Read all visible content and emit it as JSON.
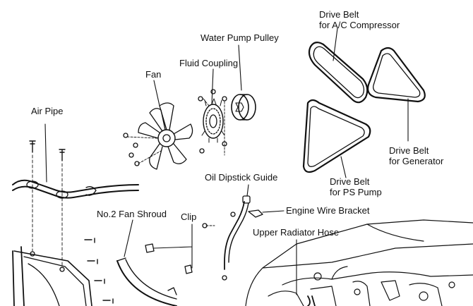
{
  "labels": {
    "drive_belt_ac": [
      "Drive Belt",
      "for A/C Compressor"
    ],
    "water_pump_pulley": "Water Pump Pulley",
    "fluid_coupling": "Fluid Coupling",
    "fan": "Fan",
    "air_pipe": "Air Pipe",
    "drive_belt_generator": [
      "Drive Belt",
      "for Generator"
    ],
    "drive_belt_ps_pump": [
      "Drive Belt",
      "for PS Pump"
    ],
    "oil_dipstick_guide": "Oil Dipstick Guide",
    "engine_wire_bracket": "Engine Wire Bracket",
    "no2_fan_shroud": "No.2 Fan Shroud",
    "clip": "Clip",
    "upper_radiator_hose": "Upper Radiator Hose"
  },
  "colors": {
    "ink": "#111111",
    "background": "#ffffff"
  }
}
